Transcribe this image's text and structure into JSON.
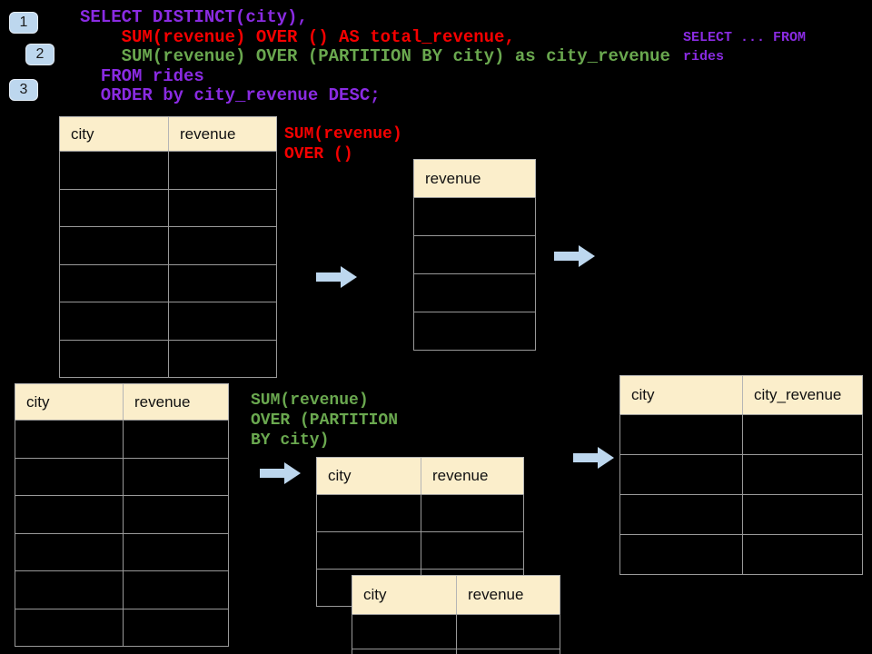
{
  "badges": [
    {
      "label": "1"
    },
    {
      "label": "2"
    },
    {
      "label": "3"
    }
  ],
  "code": {
    "lines": [
      {
        "text": "SELECT DISTINCT(city),",
        "color": "purple",
        "indent": 0
      },
      {
        "text": "SUM(revenue) OVER () AS total_revenue,",
        "color": "red",
        "indent": 4
      },
      {
        "text": "SUM(revenue) OVER (PARTITION BY city) as city_revenue",
        "color": "green",
        "indent": 4
      },
      {
        "text": "FROM rides",
        "color": "purple",
        "indent": 2
      },
      {
        "text": "ORDER by city_revenue DESC;",
        "color": "purple",
        "indent": 2
      }
    ]
  },
  "side_code": {
    "lines": [
      {
        "text": "SELECT ... FROM",
        "color": "purple",
        "indent": 0
      },
      {
        "text": "rides",
        "color": "purple",
        "indent": 0
      }
    ]
  },
  "labels": {
    "total_revenue": {
      "lines": [
        {
          "text": "SUM(revenue)",
          "color": "red",
          "indent": 0
        },
        {
          "text": "OVER ()",
          "color": "red",
          "indent": 0
        }
      ]
    },
    "partition": {
      "lines": [
        {
          "text": "SUM(revenue)",
          "color": "green",
          "indent": 0
        },
        {
          "text": "OVER (PARTITION",
          "color": "green",
          "indent": 0
        },
        {
          "text": "BY city)",
          "color": "green",
          "indent": 0
        }
      ]
    }
  },
  "tables": {
    "source_top": {
      "headers": [
        "city",
        "revenue"
      ],
      "rows": 6
    },
    "total_result": {
      "headers": [
        "revenue"
      ],
      "rows": 4
    },
    "source_bottom": {
      "headers": [
        "city",
        "revenue"
      ],
      "rows": 6
    },
    "partition_mid": {
      "headers": [
        "city",
        "revenue"
      ],
      "rows": 3
    },
    "partition_overlay": {
      "headers": [
        "city",
        "revenue"
      ],
      "rows": 2
    },
    "result_right": {
      "headers": [
        "city",
        "city_revenue"
      ],
      "rows": 4
    }
  },
  "icons": {
    "flow_arrow": "right-block-arrow"
  },
  "colors": {
    "background": "#000000",
    "purple": "#8A2BE2",
    "red": "#F50000",
    "green": "#6AA84F",
    "header_fill": "#FBEECB",
    "border": "#999999",
    "arrow_fill": "#BDD7EE",
    "badge_fill": "#BDD7EE"
  }
}
